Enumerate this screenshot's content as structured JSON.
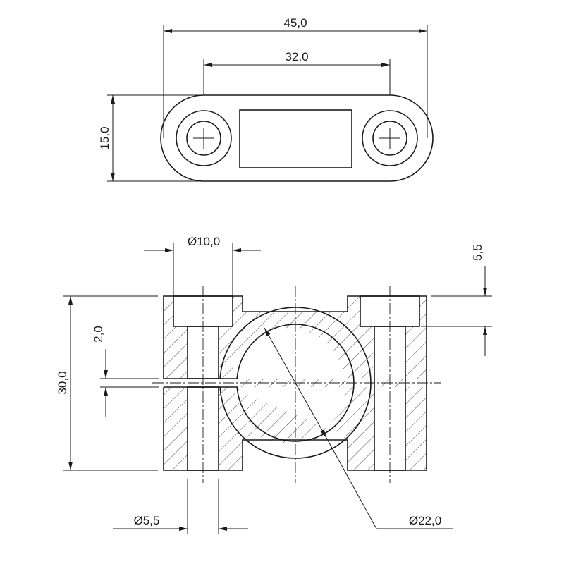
{
  "drawing": {
    "top_view": {
      "overall_width": "45,0",
      "hole_spacing": "32,0",
      "height": "15,0"
    },
    "section_view": {
      "counterbore": "Ø10,0",
      "counterbore_depth": "5,5",
      "slot_gap": "2,0",
      "height": "30,0",
      "screw_hole": "Ø5,5",
      "bore": "Ø22,0"
    }
  }
}
